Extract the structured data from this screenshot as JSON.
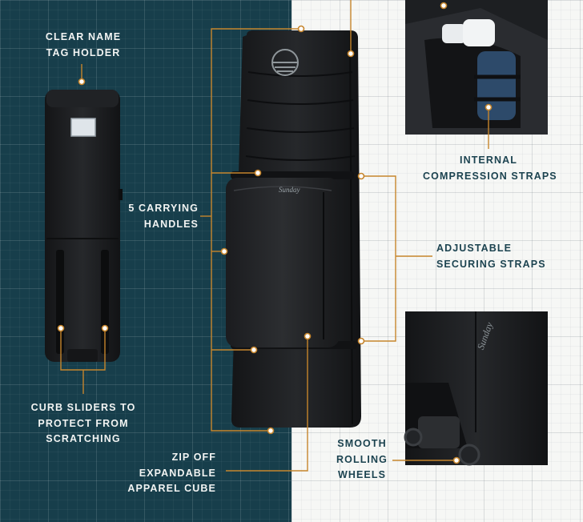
{
  "colors": {
    "dark_panel": "#173e4b",
    "light_panel": "#f6f7f5",
    "callout_line": "#c6852c",
    "dark_text": "#f2f4f3",
    "light_text": "#1c4350",
    "bag": "#1b1c1e"
  },
  "icons": [
    "logo-sun-waves",
    "script-brand-mark"
  ],
  "callouts": {
    "name_tag": [
      "CLEAR NAME",
      "TAG HOLDER"
    ],
    "handles": [
      "5 CARRYING",
      "HANDLES"
    ],
    "curb_sliders": [
      "CURB SLIDERS TO",
      "PROTECT FROM",
      "SCRATCHING"
    ],
    "apparel_cube": [
      "ZIP OFF",
      "EXPANDABLE",
      "APPAREL CUBE"
    ],
    "compression": [
      "INTERNAL",
      "COMPRESSION STRAPS"
    ],
    "securing": [
      "ADJUSTABLE",
      "SECURING STRAPS"
    ],
    "wheels": [
      "SMOOTH",
      "ROLLING",
      "WHEELS"
    ]
  }
}
